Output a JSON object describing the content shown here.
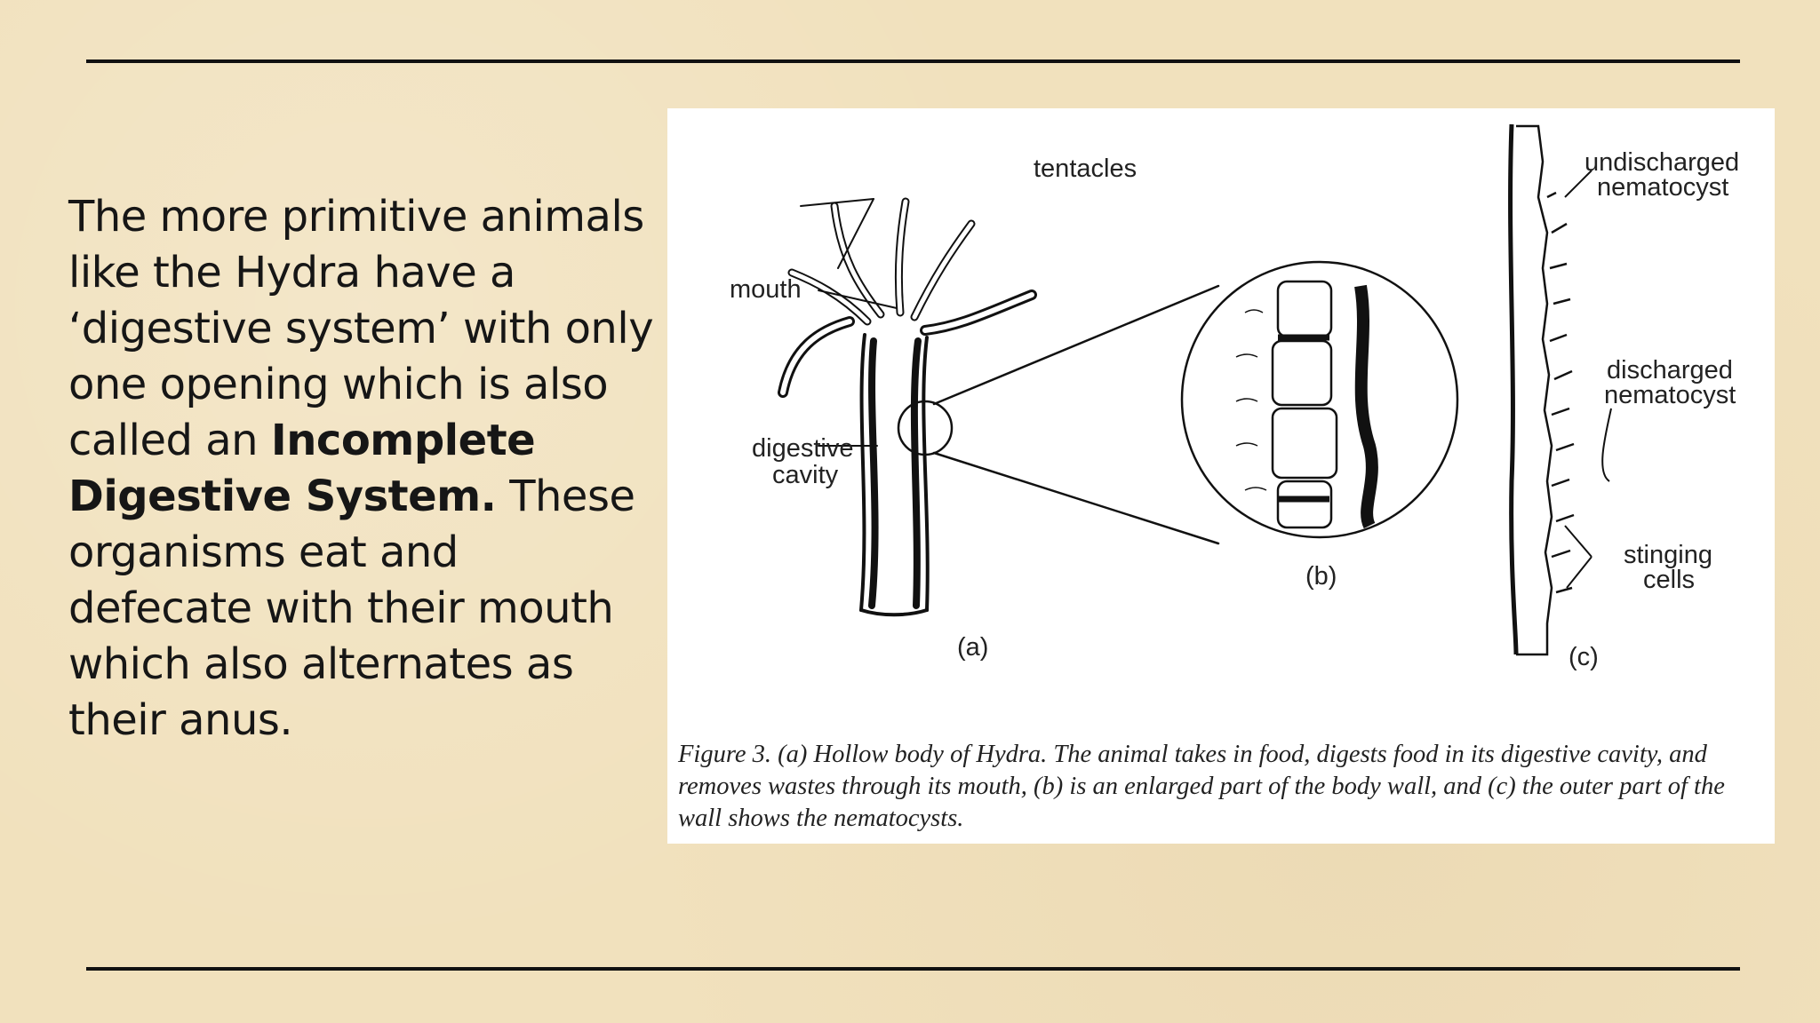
{
  "text": {
    "intro": "The more primitive animals like the Hydra have a ‘digestive system’ with only one opening which is also called an",
    "bold": "Incomplete Digestive System.",
    "outro": "These organisms eat and defecate with their mouth which also alternates as their anus."
  },
  "figure": {
    "labels": {
      "tentacles": "tentacles",
      "mouth": "mouth",
      "digestive_1": "digestive",
      "digestive_2": "cavity",
      "a": "(a)",
      "b": "(b)",
      "c": "(c)",
      "undischarged_1": "undischarged",
      "undischarged_2": "nematocyst",
      "discharged_1": "discharged",
      "discharged_2": "nematocyst",
      "stinging_1": "stinging",
      "stinging_2": "cells"
    },
    "caption": "Figure 3.  (a) Hollow body of Hydra. The animal takes in food, digests food in its digestive cavity, and removes wastes through its mouth, (b) is an enlarged part of the body wall, and (c) the outer part of the wall shows the nematocysts."
  }
}
